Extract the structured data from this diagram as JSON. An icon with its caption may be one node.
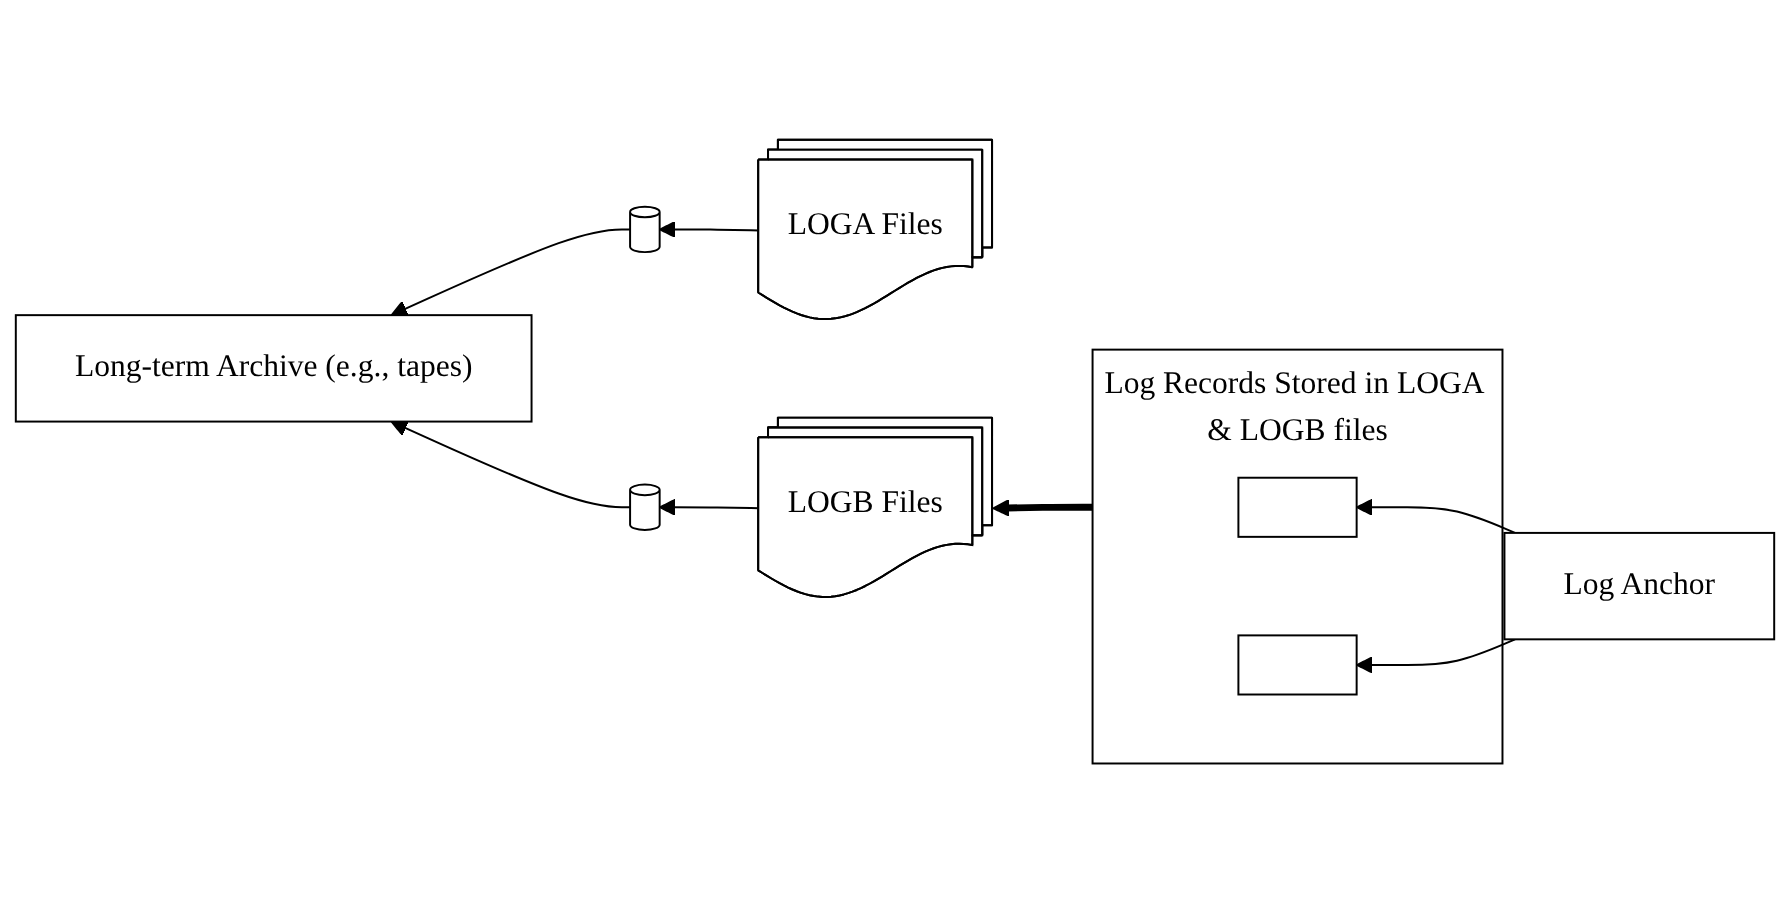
{
  "diagram": {
    "nodes": [
      {
        "text": [
          "LOGA Files"
        ]
      },
      {
        "text": [
          "LOGB Files"
        ]
      },
      {
        "text": [],
        "shape": "cylinder"
      },
      {
        "text": [],
        "shape": "cylinder"
      },
      {
        "text": [
          "Long-term Archive (e.g., tapes)"
        ]
      },
      {
        "text": [
          "Log Records Stored in LOGA & LOGB files"
        ]
      },
      {
        "text": [],
        "shape": "box",
        "in": 5
      },
      {
        "text": [],
        "shape": "box",
        "in": 5
      },
      {
        "text": [
          "Log Anchor"
        ]
      }
    ],
    "edges": [
      {
        "from": 5,
        "to": 1,
        "arrow": "to",
        "style": "thick"
      },
      {
        "from": 0,
        "to": 2,
        "arrow": "to"
      },
      {
        "from": 1,
        "to": 3,
        "arrow": "to"
      },
      {
        "from": 2,
        "to": 4,
        "arrow": "to"
      },
      {
        "from": 3,
        "to": 4,
        "arrow": "to"
      },
      {
        "from": 8,
        "to": 6,
        "arrow": "to"
      },
      {
        "from": 8,
        "to": 7,
        "arrow": "to"
      }
    ]
  }
}
